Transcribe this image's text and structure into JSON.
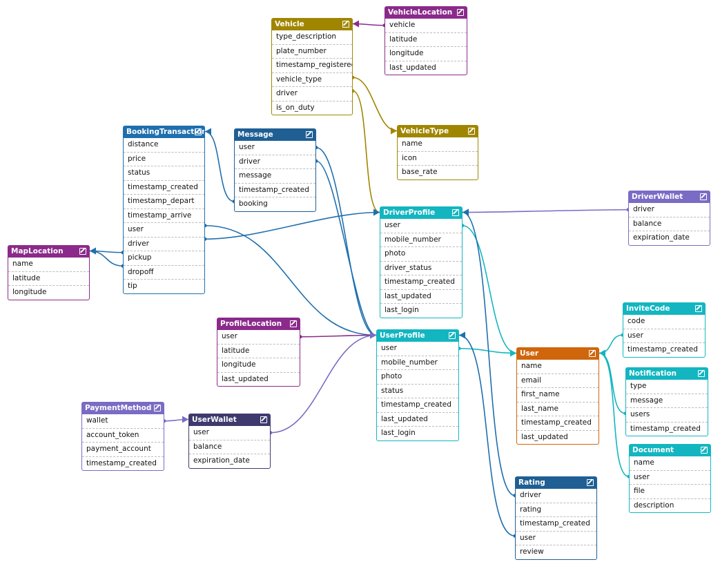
{
  "colors": {
    "olive": "#a08600",
    "purple": "#8b2a8b",
    "blue": "#1f6fae",
    "teal": "#13b6c0",
    "violet": "#7a6bc4",
    "orange": "#d0660c",
    "darkslate": "#3e3a6e"
  },
  "tables": [
    {
      "id": "vehicle",
      "title": "Vehicle",
      "color": "#a08600",
      "fields": [
        "type_description",
        "plate_number",
        "timestamp_registered",
        "vehicle_type",
        "driver",
        "is_on_duty"
      ]
    },
    {
      "id": "vehiclelocation",
      "title": "VehicleLocation",
      "color": "#8b2a8b",
      "fields": [
        "vehicle",
        "latitude",
        "longitude",
        "last_updated"
      ]
    },
    {
      "id": "vehicletype",
      "title": "VehicleType",
      "color": "#a08600",
      "fields": [
        "name",
        "icon",
        "base_rate"
      ]
    },
    {
      "id": "bookingtransaction",
      "title": "BookingTransaction",
      "color": "#1f6fae",
      "fields": [
        "distance",
        "price",
        "status",
        "timestamp_created",
        "timestamp_depart",
        "timestamp_arrive",
        "user",
        "driver",
        "pickup",
        "dropoff",
        "tip"
      ]
    },
    {
      "id": "message",
      "title": "Message",
      "color": "#1f5f94",
      "fields": [
        "user",
        "driver",
        "message",
        "timestamp_created",
        "booking"
      ]
    },
    {
      "id": "maplocation",
      "title": "MapLocation",
      "color": "#8b2a8b",
      "fields": [
        "name",
        "latitude",
        "longitude"
      ]
    },
    {
      "id": "driverprofile",
      "title": "DriverProfile",
      "color": "#13b6c0",
      "fields": [
        "user",
        "mobile_number",
        "photo",
        "driver_status",
        "timestamp_created",
        "last_updated",
        "last_login"
      ]
    },
    {
      "id": "driverwallet",
      "title": "DriverWallet",
      "color": "#7a6bc4",
      "fields": [
        "driver",
        "balance",
        "expiration_date"
      ]
    },
    {
      "id": "profilelocation",
      "title": "ProfileLocation",
      "color": "#8b2a8b",
      "fields": [
        "user",
        "latitude",
        "longitude",
        "last_updated"
      ]
    },
    {
      "id": "userprofile",
      "title": "UserProfile",
      "color": "#13b6c0",
      "fields": [
        "user",
        "mobile_number",
        "photo",
        "status",
        "timestamp_created",
        "last_updated",
        "last_login"
      ]
    },
    {
      "id": "invitecode",
      "title": "InviteCode",
      "color": "#13b6c0",
      "fields": [
        "code",
        "user",
        "timestamp_created"
      ]
    },
    {
      "id": "user",
      "title": "User",
      "color": "#d0660c",
      "fields": [
        "name",
        "email",
        "first_name",
        "last_name",
        "timestamp_created",
        "last_updated"
      ]
    },
    {
      "id": "notification",
      "title": "Notification",
      "color": "#13b6c0",
      "fields": [
        "type",
        "message",
        "users",
        "timestamp_created"
      ]
    },
    {
      "id": "paymentmethod",
      "title": "PaymentMethod",
      "color": "#7a6bc4",
      "fields": [
        "wallet",
        "account_token",
        "payment_account",
        "timestamp_created"
      ]
    },
    {
      "id": "userwallet",
      "title": "UserWallet",
      "color": "#3e3a6e",
      "fields": [
        "user",
        "balance",
        "expiration_date"
      ]
    },
    {
      "id": "document",
      "title": "Document",
      "color": "#13b6c0",
      "fields": [
        "name",
        "user",
        "file",
        "description"
      ]
    },
    {
      "id": "rating",
      "title": "Rating",
      "color": "#1f5f94",
      "fields": [
        "driver",
        "rating",
        "timestamp_created",
        "user",
        "review"
      ]
    }
  ]
}
